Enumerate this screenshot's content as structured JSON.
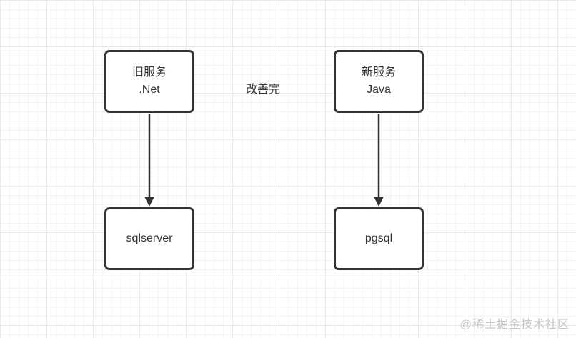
{
  "diagram": {
    "nodes": [
      {
        "id": "old-service",
        "text": "旧服务\n.Net"
      },
      {
        "id": "new-service",
        "text": "新服务\nJava"
      },
      {
        "id": "sqlserver",
        "text": "sqlserver"
      },
      {
        "id": "pgsql",
        "text": "pgsql"
      }
    ],
    "edges": [
      {
        "from": "old-service",
        "to": "sqlserver",
        "type": "arrow-down"
      },
      {
        "from": "new-service",
        "to": "pgsql",
        "type": "arrow-down"
      }
    ],
    "label": {
      "text": "改善完"
    },
    "colors": {
      "background": "#ffffff",
      "grid_minor": "#f4f4f4",
      "grid_major": "#e9e9e9",
      "node_border": "#333333",
      "node_fill": "#ffffff",
      "text": "#333333",
      "arrow": "#333333",
      "watermark": "#c6c6c6"
    }
  },
  "watermark": {
    "text": "@稀土掘金技术社区"
  }
}
